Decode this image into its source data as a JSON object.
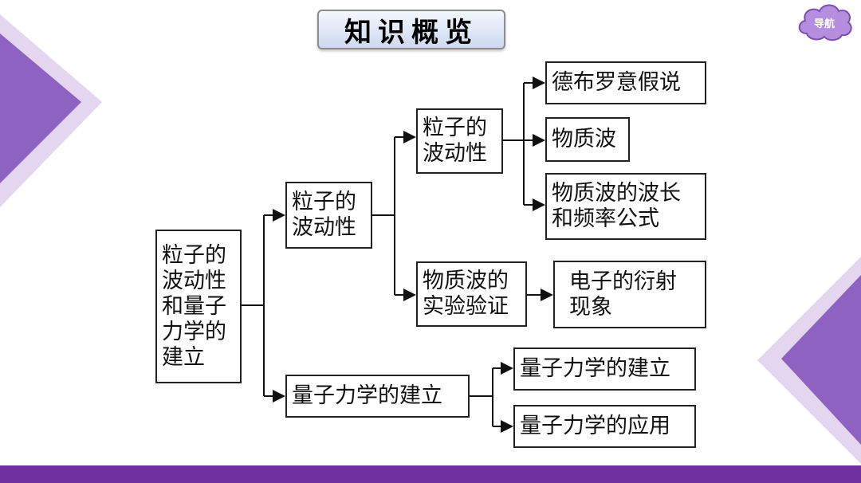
{
  "title": "知识概览",
  "nav": {
    "label": "导航"
  },
  "colors": {
    "accent": "#7030a0",
    "decor": "#8e62c0",
    "nav_cloud": "#b58ee0"
  },
  "tree": {
    "root": "粒子的波动性和量子力学的建立",
    "branch1": "粒子的波动性",
    "branch1_sub1": "粒子的波动性",
    "leaf_debroglie": "德布罗意假说",
    "leaf_matter_wave": "物质波",
    "leaf_formula": "物质波的波长和频率公式",
    "branch1_sub2": "物质波的实验验证",
    "leaf_diffraction": "电子的衍射现象",
    "branch2": "量子力学的建立",
    "leaf_qm_build": "量子力学的建立",
    "leaf_qm_apply": "量子力学的应用"
  }
}
